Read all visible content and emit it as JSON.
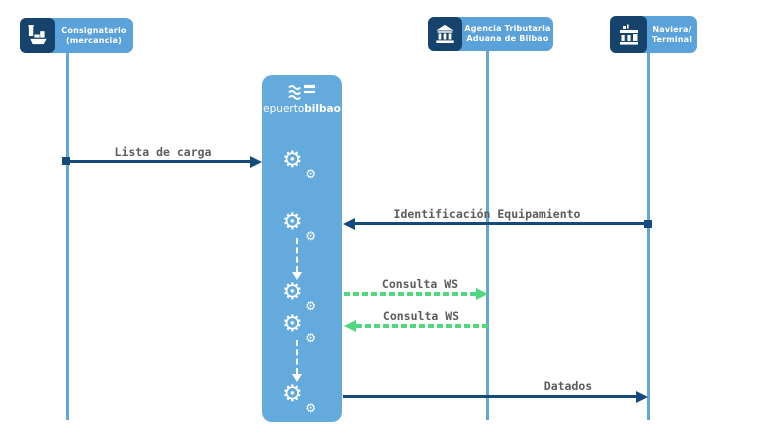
{
  "colors": {
    "actor_box": "#5CA2DA",
    "icon_tile": "#16436C",
    "system_box": "#65AADD",
    "lifeline": "#5FA7DC",
    "arrow_navy": "#174A7C",
    "arrow_green": "#50D87E",
    "label_text": "#5C5C5C"
  },
  "icons": {
    "gear_glyph": "⚙",
    "actor_icons": [
      "cargo-ship-icon",
      "government-building-icon",
      "terminal-building-icon"
    ],
    "system_logo": "waves-logo-icon"
  },
  "actors": [
    {
      "line1": "Consignatario",
      "line2": "(mercancia)"
    },
    {
      "line1": "Agencia Tributaria",
      "line2": "Aduana de Bilbao"
    },
    {
      "line1": "Naviera/",
      "line2": "Terminal"
    }
  ],
  "system": {
    "name_light": "epuerto",
    "name_bold": "bilbao"
  },
  "messages": [
    {
      "label": "Lista de carga",
      "from": "Consignatario (mercancia)",
      "to": "epuertobilbao",
      "style": "solid-navy",
      "direction": "right"
    },
    {
      "label": "Identificación Equipamiento",
      "from": "Naviera/Terminal",
      "to": "epuertobilbao",
      "style": "solid-navy",
      "direction": "left"
    },
    {
      "label": "Consulta WS",
      "from": "epuertobilbao",
      "to": "Agencia Tributaria Aduana de Bilbao",
      "style": "dashed-green",
      "direction": "right"
    },
    {
      "label": "Consulta WS",
      "from": "Agencia Tributaria Aduana de Bilbao",
      "to": "epuertobilbao",
      "style": "dashed-green",
      "direction": "left"
    },
    {
      "label": "Datados",
      "from": "epuertobilbao",
      "to": "Naviera/Terminal",
      "style": "solid-navy",
      "direction": "right"
    }
  ]
}
